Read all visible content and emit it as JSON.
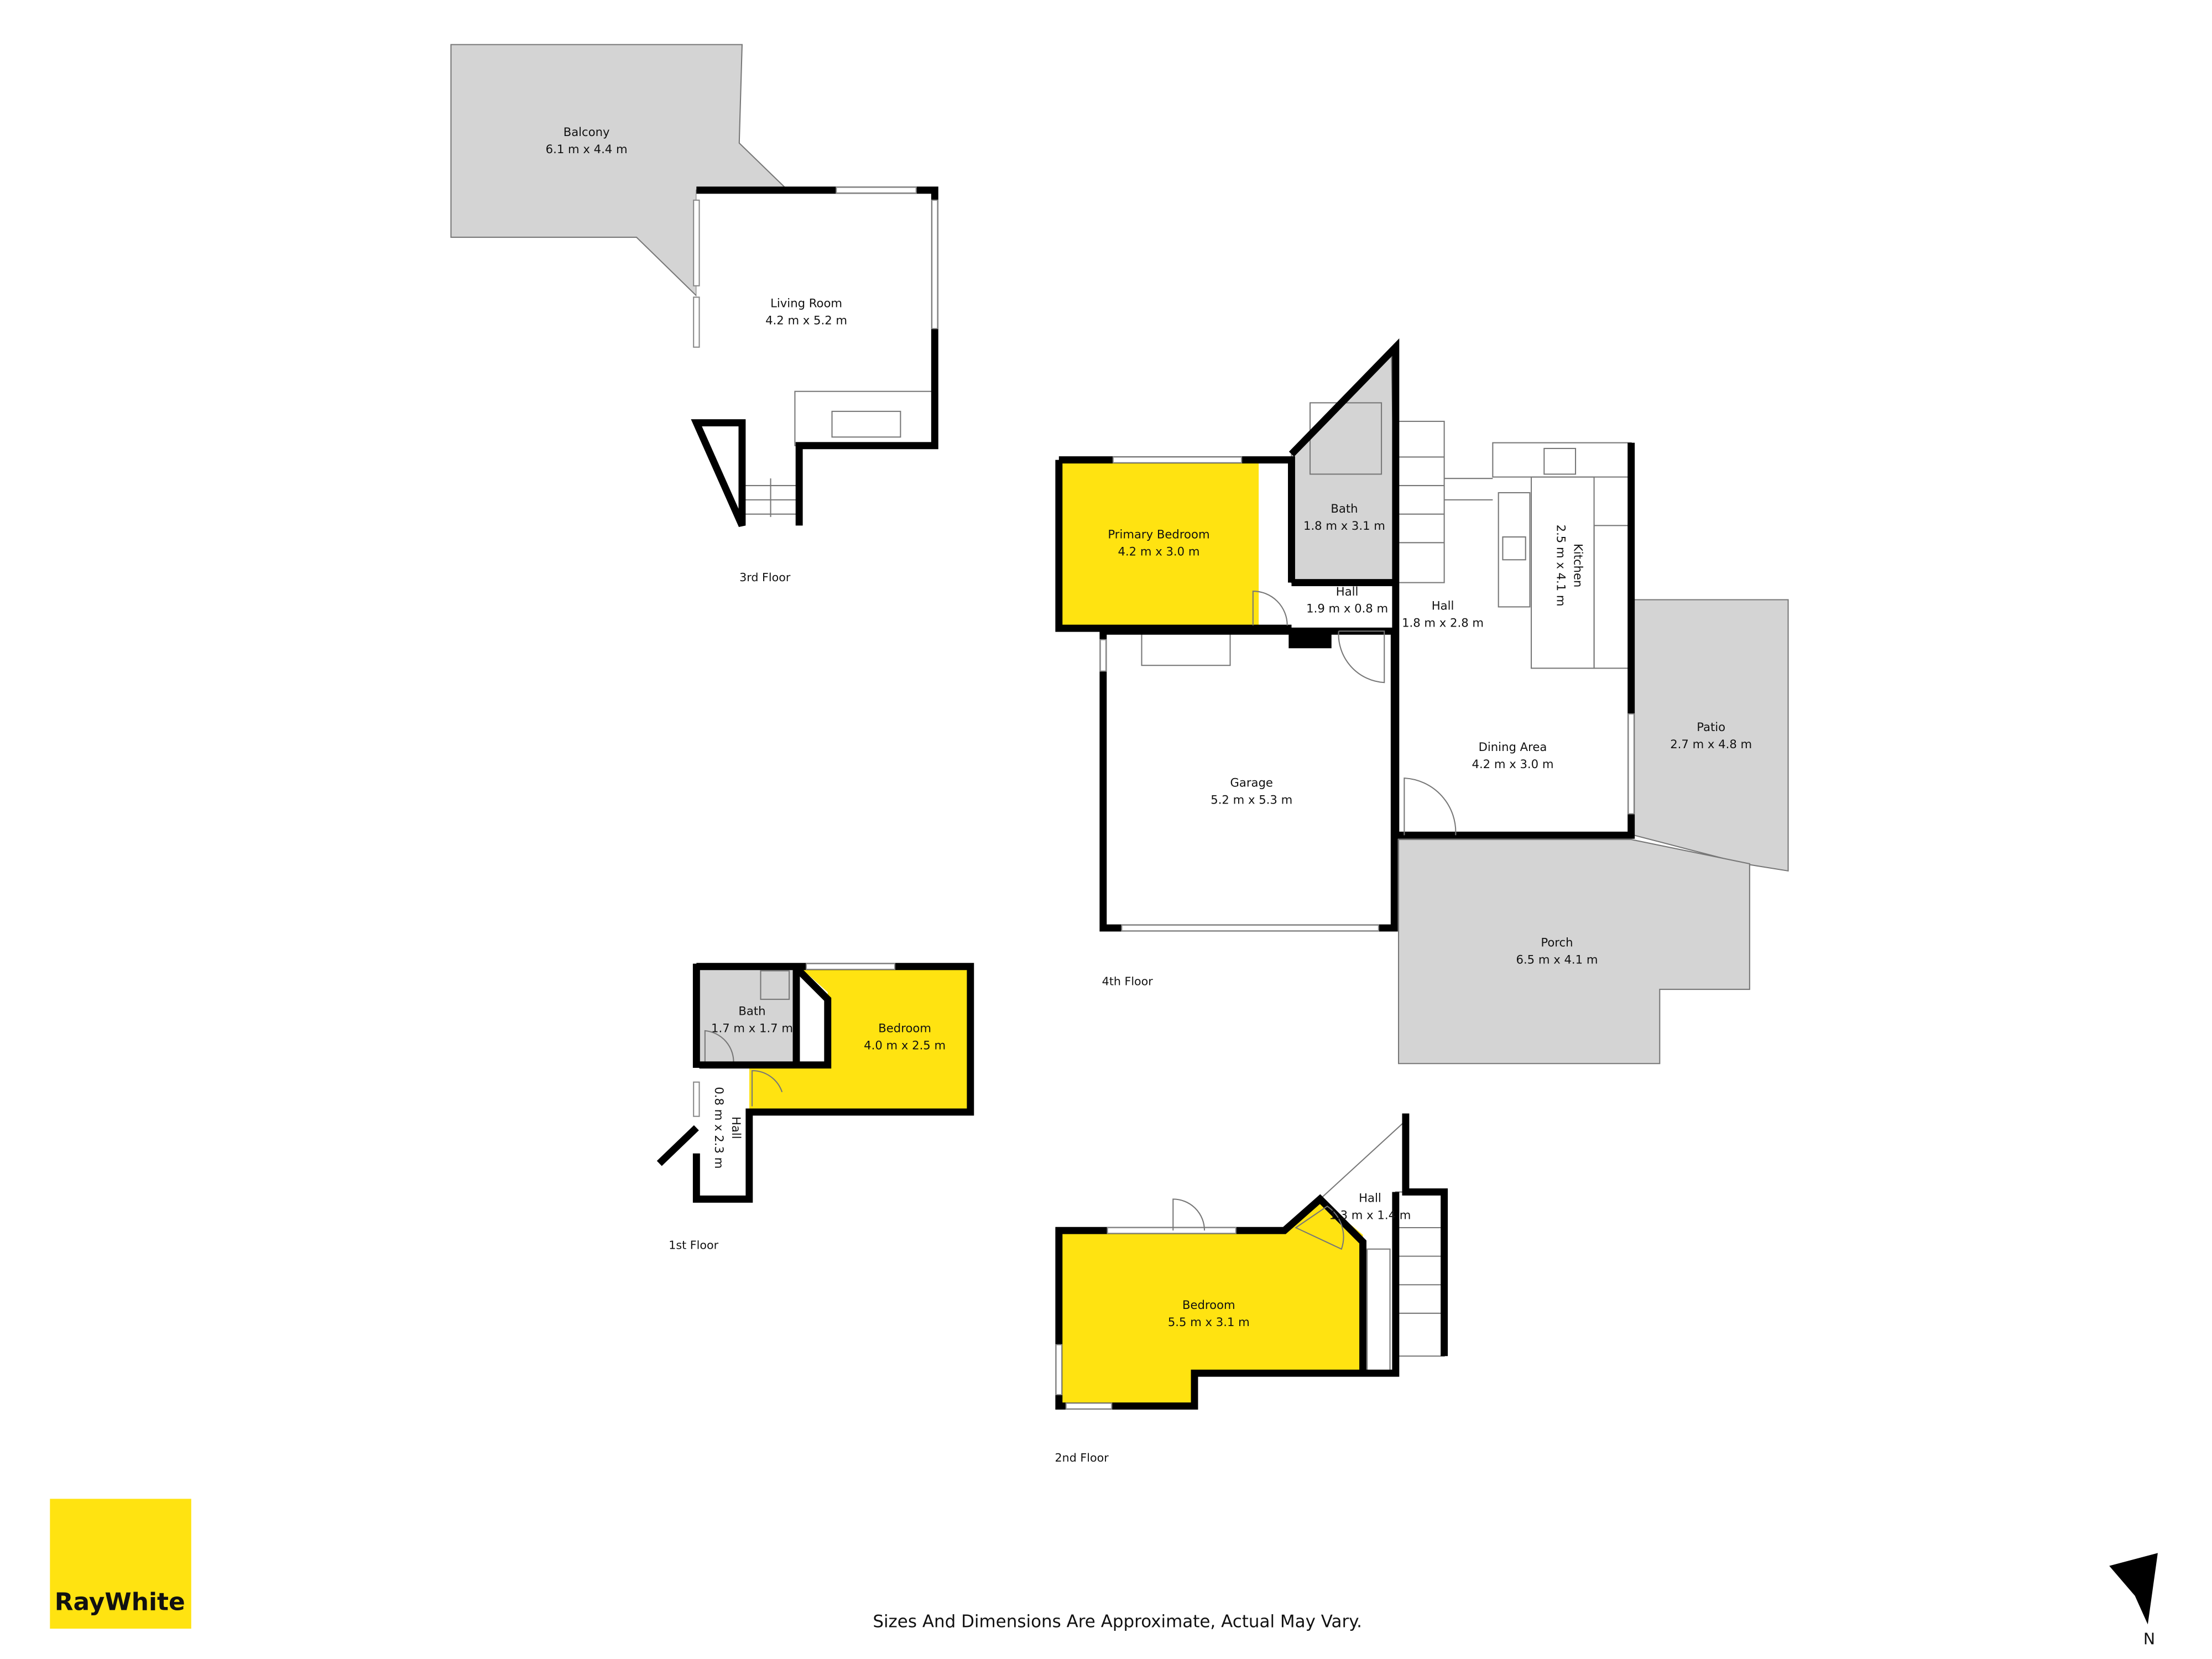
{
  "floors": {
    "third": {
      "label": "3rd Floor",
      "rooms": [
        {
          "name": "Balcony",
          "size": "6.1 m x 4.4 m"
        },
        {
          "name": "Living Room",
          "size": "4.2 m x 5.2 m"
        }
      ]
    },
    "fourth": {
      "label": "4th Floor",
      "rooms": [
        {
          "name": "Primary Bedroom",
          "size": "4.2 m x 3.0 m"
        },
        {
          "name": "Bath",
          "size": "1.8 m x 3.1 m"
        },
        {
          "name": "Hall",
          "size": "1.9 m x 0.8 m"
        },
        {
          "name": "Hall",
          "size": "1.8 m x 2.8 m"
        },
        {
          "name": "Kitchen",
          "size": "2.5 m x 4.1 m"
        },
        {
          "name": "Dining Area",
          "size": "4.2 m x 3.0 m"
        },
        {
          "name": "Patio",
          "size": "2.7 m x 4.8 m"
        },
        {
          "name": "Garage",
          "size": "5.2 m x 5.3 m"
        },
        {
          "name": "Porch",
          "size": "6.5 m x 4.1 m"
        }
      ]
    },
    "second": {
      "label": "2nd Floor",
      "rooms": [
        {
          "name": "Bedroom",
          "size": "5.5 m x 3.1 m"
        },
        {
          "name": "Hall",
          "size": "1.3 m x 1.4 m"
        }
      ]
    },
    "first": {
      "label": "1st Floor",
      "rooms": [
        {
          "name": "Bath",
          "size": "1.7 m x 1.7 m"
        },
        {
          "name": "Bedroom",
          "size": "4.0 m x 2.5 m"
        },
        {
          "name": "Hall",
          "size": "0.8 m x 2.3 m"
        }
      ]
    }
  },
  "logo": {
    "text": "RayWhite",
    "color": "#ffe311"
  },
  "disclaimer": "Sizes And Dimensions Are Approximate, Actual May Vary.",
  "compass": {
    "label": "N",
    "icon": "north-arrow-icon"
  },
  "colors": {
    "bedroom_fill": "#ffe311",
    "outdoor_wet_fill": "#d4d4d4",
    "wall": "#000000"
  }
}
